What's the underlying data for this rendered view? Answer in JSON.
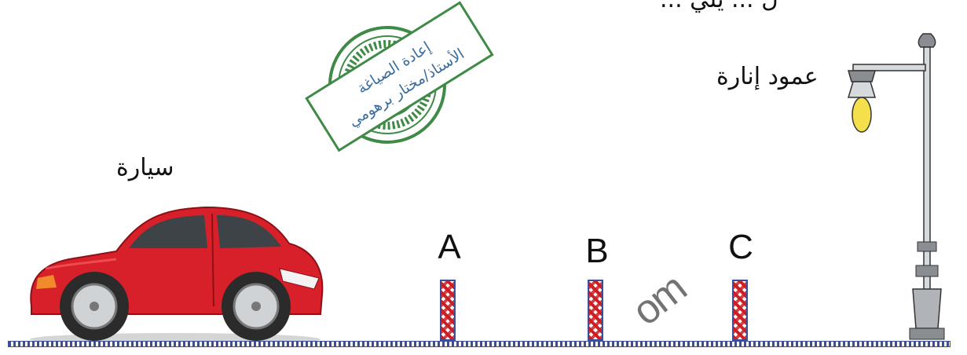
{
  "header_partial": "ل ... يلي ...",
  "stamp": {
    "line1": "إعادة الصياغة",
    "line2": "الأستاذ/مختار برهومي"
  },
  "labels": {
    "car": "سيارة",
    "lamp": "عمود إنارة"
  },
  "markers": [
    "A",
    "B",
    "C"
  ],
  "watermark": "om",
  "colors": {
    "car_body": "#d8202a",
    "post_red": "#cc1f24",
    "outline_blue": "#3a4f9c",
    "stamp_green": "#3f8a46",
    "lamp_yellow": "#f4e04a"
  }
}
